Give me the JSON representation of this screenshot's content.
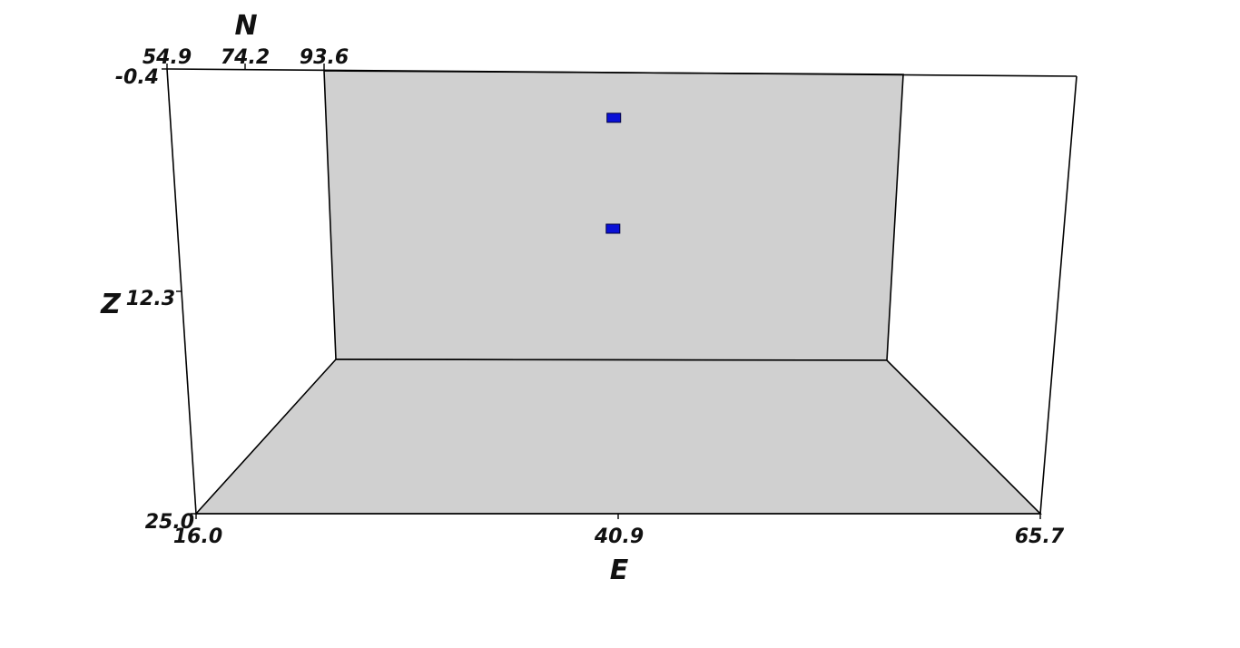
{
  "chart_data": {
    "type": "scatter",
    "projection": "3d-box",
    "axes": {
      "E": {
        "label": "E",
        "range": [
          16.0,
          65.7
        ],
        "ticks": [
          "16.0",
          "40.9",
          "65.7"
        ]
      },
      "N": {
        "label": "N",
        "range": [
          54.9,
          93.6
        ],
        "ticks": [
          "54.9",
          "74.2",
          "93.6"
        ]
      },
      "Z": {
        "label": "Z",
        "range": [
          -0.4,
          25.0
        ],
        "ticks": [
          "-0.4",
          "12.3",
          "25.0"
        ]
      }
    },
    "series": [
      {
        "points": [
          {
            "E": 40.9,
            "N": 93.6,
            "Z": 3.6
          },
          {
            "E": 40.9,
            "N": 93.6,
            "Z": 13.4
          }
        ]
      }
    ],
    "colors": {
      "marker": "#0a10d6",
      "wall": "#d0d0d0",
      "edge": "#000000"
    },
    "grid": false
  }
}
